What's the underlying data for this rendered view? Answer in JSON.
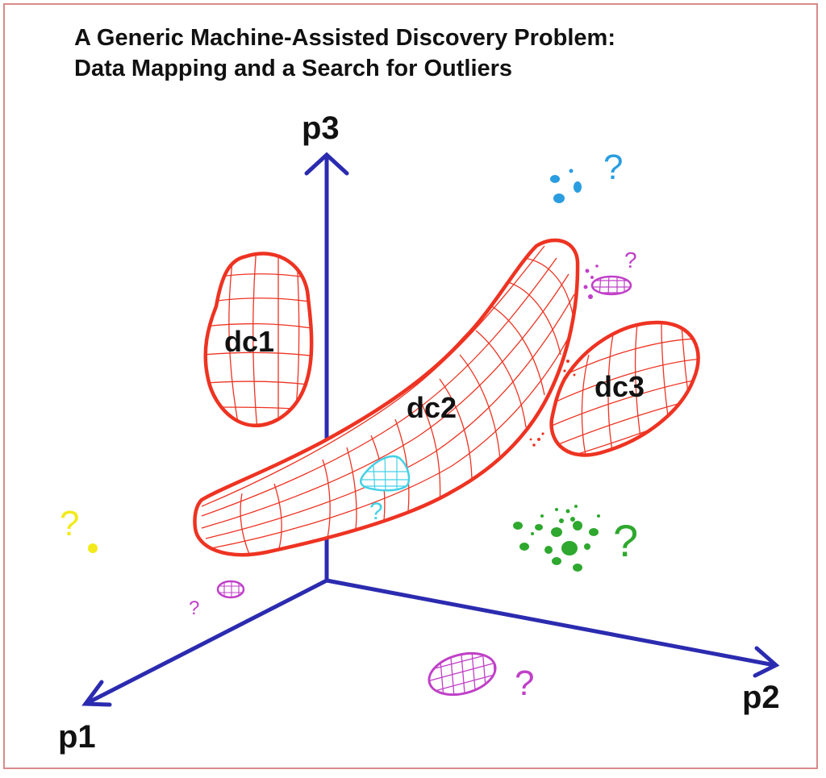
{
  "title": {
    "line1": "A Generic Machine-Assisted Discovery Problem:",
    "line2": "Data Mapping and a Search for Outliers"
  },
  "axes": {
    "p1": "p1",
    "p2": "p2",
    "p3": "p3"
  },
  "clusters": {
    "dc1": "dc1",
    "dc2": "dc2",
    "dc3": "dc3"
  },
  "outlier_marks": {
    "blue": "?",
    "purple_top": "?",
    "cyan": "?",
    "yellow": "?",
    "green": "?",
    "purple_small": "?",
    "purple_bottom": "?"
  },
  "colors": {
    "axis": "#2b2bb0",
    "cluster": "#ee3322",
    "blue": "#2a9de0",
    "purple": "#c040c8",
    "cyan": "#44d0e6",
    "yellow": "#f2ea1a",
    "green": "#2ea82e"
  }
}
